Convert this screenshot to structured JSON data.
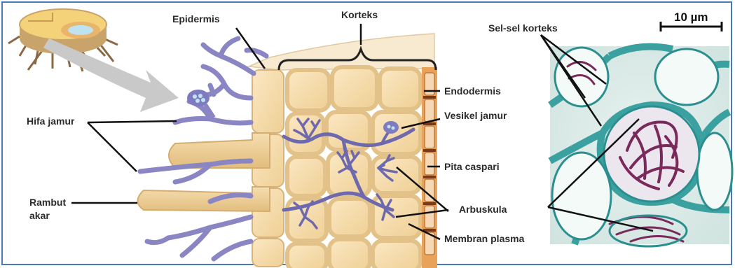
{
  "labels": {
    "epidermis": "Epidermis",
    "korteks": "Korteks",
    "hifa_jamur": "Hifa jamur",
    "rambut_akar_1": "Rambut",
    "rambut_akar_2": "akar",
    "endodermis": "Endodermis",
    "vesikel_jamur": "Vesikel jamur",
    "pita_caspari": "Pita caspari",
    "arbuskula": "Arbuskula",
    "membran_plasma": "Membran plasma",
    "sel_sel_korteks": "Sel-sel korteks",
    "scale_bar": "10 µm"
  },
  "colors": {
    "frame": "#4a78b8",
    "cell_fill": "#f3d9a6",
    "cell_wall": "#e6c48a",
    "hypha": "#8a86c4",
    "hypha_dark": "#6e69ad",
    "endodermis": "#c07a3a",
    "micro_blue": "#3aa0a0",
    "micro_purple": "#7a2a5a"
  }
}
